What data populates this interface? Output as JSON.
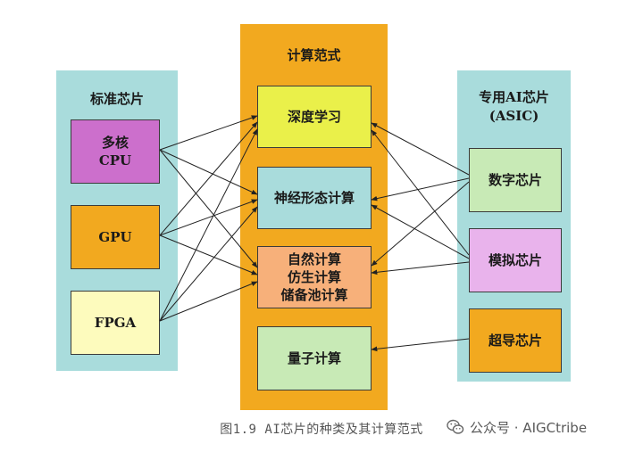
{
  "left_panel": {
    "title": "标准芯片",
    "items": [
      {
        "lines": [
          "多核",
          "CPU"
        ],
        "color": "#cc6fcc"
      },
      {
        "lines": [
          "GPU"
        ],
        "color": "#f2a91f"
      },
      {
        "lines": [
          "FPGA"
        ],
        "color": "#fdfbbd"
      }
    ]
  },
  "center_panel": {
    "title": "计算范式",
    "items": [
      {
        "lines": [
          "深度学习"
        ],
        "color": "#eaf04a"
      },
      {
        "lines": [
          "神经形态计算"
        ],
        "color": "#a9dcdc"
      },
      {
        "lines": [
          "自然计算",
          "仿生计算",
          "储备池计算"
        ],
        "color": "#f7b07a"
      },
      {
        "lines": [
          "量子计算"
        ],
        "color": "#c8eab6"
      }
    ]
  },
  "right_panel": {
    "title": [
      "专用AI芯片",
      "(ASIC)"
    ],
    "items": [
      {
        "lines": [
          "数字芯片"
        ],
        "color": "#c8eab6"
      },
      {
        "lines": [
          "模拟芯片"
        ],
        "color": "#e9b3ec"
      },
      {
        "lines": [
          "超导芯片"
        ],
        "color": "#f2a91f"
      }
    ]
  },
  "caption": "图1.9 AI芯片的种类及其计算范式",
  "watermark": {
    "text": "公众号 · AIGCtribe",
    "icon": "wechat-icon"
  }
}
